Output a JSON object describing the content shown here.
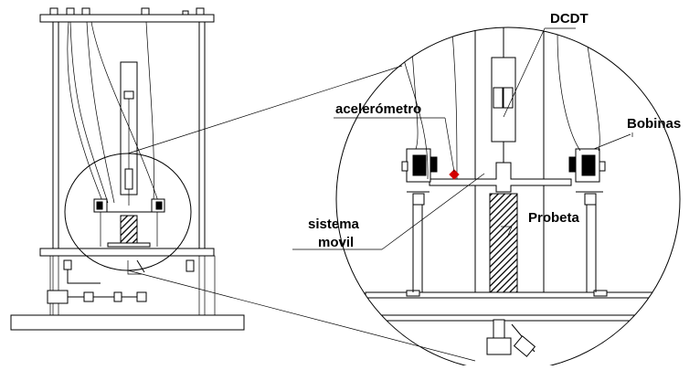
{
  "labels": {
    "dcdt": "DCDT",
    "accelerometer": "acelerómetro",
    "coils": "Bobinas",
    "moving_system_line1": "sistema",
    "moving_system_line2": "movil",
    "specimen": "Probeta"
  },
  "colors": {
    "line": "#000000",
    "accelerometer_marker": "#d40000",
    "specimen_hatch": "#000000"
  }
}
